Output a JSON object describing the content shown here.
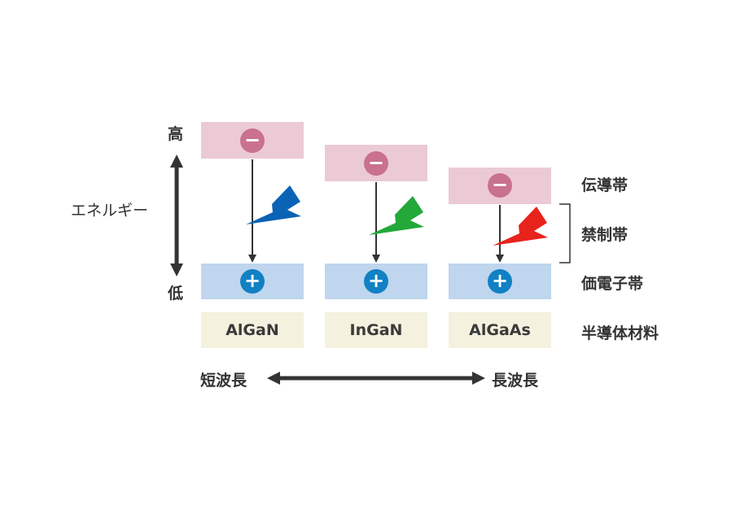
{
  "energy_axis": {
    "label": "エネルギー",
    "high_label": "高",
    "low_label": "低",
    "color": "#333333"
  },
  "materials": [
    {
      "name": "AlGaN",
      "photon_color": "#0b63b5"
    },
    {
      "name": "InGaN",
      "photon_color": "#22a93a"
    },
    {
      "name": "AlGaAs",
      "photon_color": "#e8231c"
    }
  ],
  "electron_symbol": "−",
  "hole_symbol": "+",
  "band_labels": {
    "conduction": "伝導帯",
    "forbidden": "禁制帯",
    "valence": "価電子帯",
    "material": "半導体材料"
  },
  "wavelength_axis": {
    "short_label": "短波長",
    "long_label": "長波長"
  },
  "colors": {
    "conduction_band": "#ebcad5",
    "valence_band": "#bfd6ee",
    "material_box": "#f4f1de",
    "electron": "#c9718f",
    "hole": "#1181c4"
  }
}
